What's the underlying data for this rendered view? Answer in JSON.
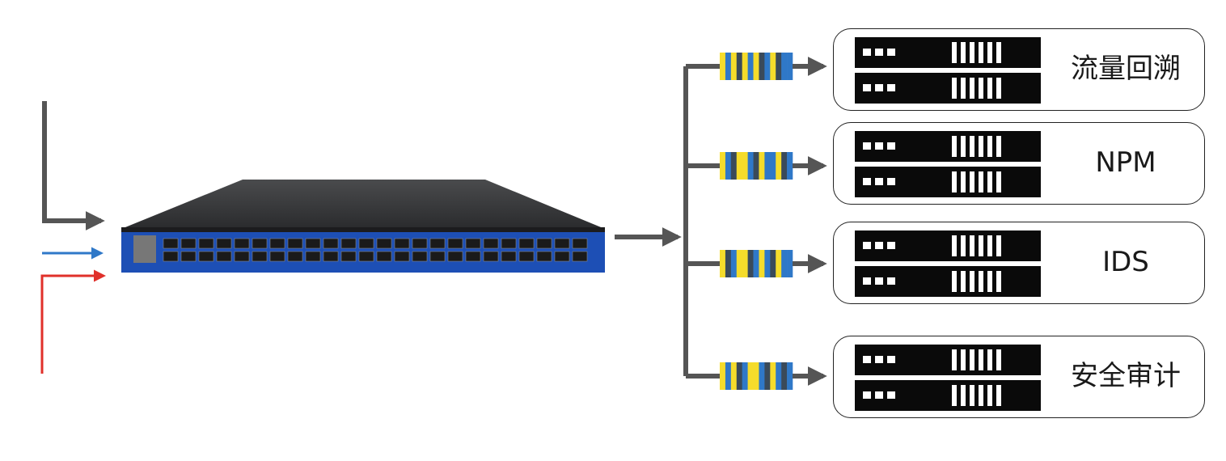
{
  "flow": {
    "inputs": [
      {
        "name": "input-gray",
        "color": "#555555"
      },
      {
        "name": "input-blue",
        "color": "#2f78c8"
      },
      {
        "name": "input-red",
        "color": "#e0302a"
      }
    ],
    "connector_color": "#555555",
    "packet_colors": {
      "yellow": "#f5dc2b",
      "blue": "#2f78c8",
      "dark": "#3a4a5a"
    }
  },
  "device": {
    "icon": "network-switch-icon",
    "body_color": "#2b2c2e",
    "front_color": "#1d4fb5"
  },
  "destinations": [
    {
      "label": "流量回溯",
      "icon": "server-icon"
    },
    {
      "label": "NPM",
      "icon": "server-icon"
    },
    {
      "label": "IDS",
      "icon": "server-icon"
    },
    {
      "label": "安全审计",
      "icon": "server-icon"
    }
  ]
}
